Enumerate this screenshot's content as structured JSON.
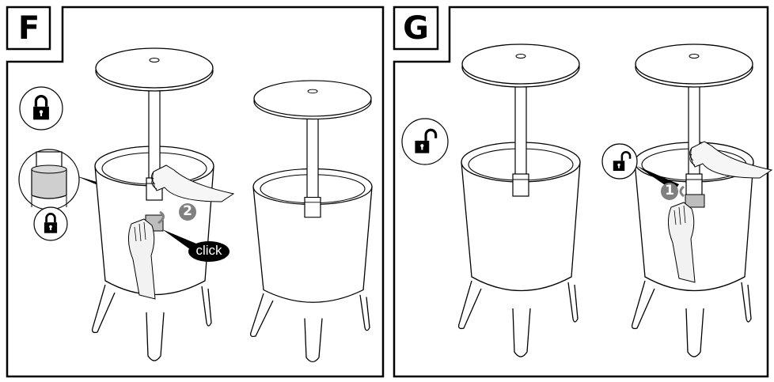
{
  "panels": [
    {
      "label": "F",
      "state": "locked",
      "callout_text": "click",
      "step_number": "2",
      "icons": [
        "lock-closed-icon",
        "lock-closed-icon"
      ]
    },
    {
      "label": "G",
      "state": "unlocked",
      "step_number": "1",
      "icons": [
        "lock-open-icon",
        "lock-open-icon"
      ]
    }
  ],
  "colors": {
    "line": "#000000",
    "collar_fill": "#cfcfcf",
    "step_badge": "#808080",
    "hand_fill": "#f2f2f2"
  }
}
